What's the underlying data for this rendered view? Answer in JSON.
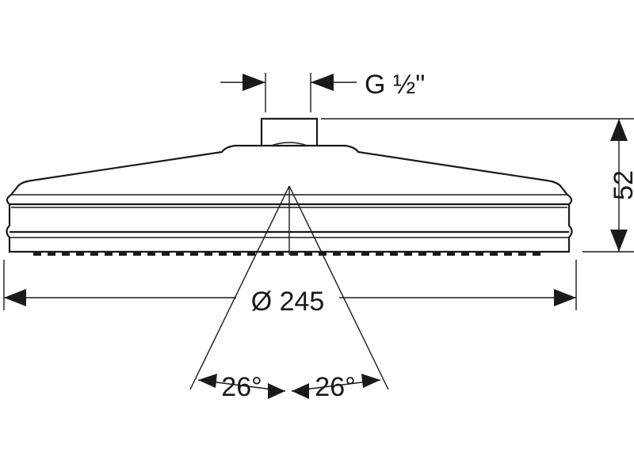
{
  "dimensions": {
    "thread": "G ½\"",
    "height": "52",
    "diameter": "Ø 245",
    "angle_left": "26°",
    "angle_right": "26°"
  }
}
